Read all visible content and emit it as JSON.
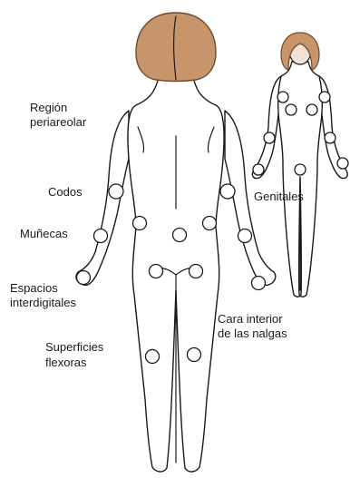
{
  "labels": {
    "region_line1": "Región",
    "region_line2": "periareolar",
    "codos": "Codos",
    "munecas": "Muñecas",
    "espacios_line1": "Espacios",
    "espacios_line2": "interdigitales",
    "superficies_line1": "Superficies",
    "superficies_line2": "flexoras",
    "cara_line1": "Cara interior",
    "cara_line2": "de las nalgas",
    "genitales": "Genitales"
  },
  "colors": {
    "hair": "#c8956b",
    "hair_stroke": "#6b4a2f",
    "skin": "#f3e2d4",
    "outline": "#1a1a1a"
  }
}
